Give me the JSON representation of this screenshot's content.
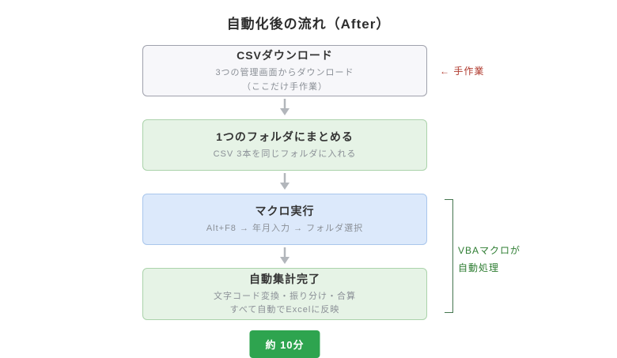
{
  "title": "自動化後の流れ（After）",
  "flow": {
    "steps": [
      {
        "title": "CSVダウンロード",
        "lines": [
          "3つの管理画面からダウンロード",
          "（ここだけ手作業）"
        ],
        "variant": "gray"
      },
      {
        "title": "1つのフォルダにまとめる",
        "lines": [
          "CSV 3本を同じフォルダに入れる"
        ],
        "variant": "green"
      },
      {
        "title": "マクロ実行",
        "lines": [
          "Alt+F8 → 年月入力 → フォルダ選択"
        ],
        "variant": "blue"
      },
      {
        "title": "自動集計完了",
        "lines": [
          "文字コード変換・振り分け・合算",
          "すべて自動でExcelに反映"
        ],
        "variant": "green"
      }
    ]
  },
  "annotations": {
    "manual": "← 手作業",
    "auto_line1": "VBAマクロが",
    "auto_line2": "自動処理"
  },
  "badge": "約 10分",
  "colors": {
    "manual_label": "#b03a2e",
    "auto_label": "#2e7d32",
    "badge_bg": "#2ea44f",
    "box_gray_bg": "#f7f7fa",
    "box_green_bg": "#e6f3e6",
    "box_blue_bg": "#dce9fb",
    "arrow": "#b2b6bb"
  }
}
